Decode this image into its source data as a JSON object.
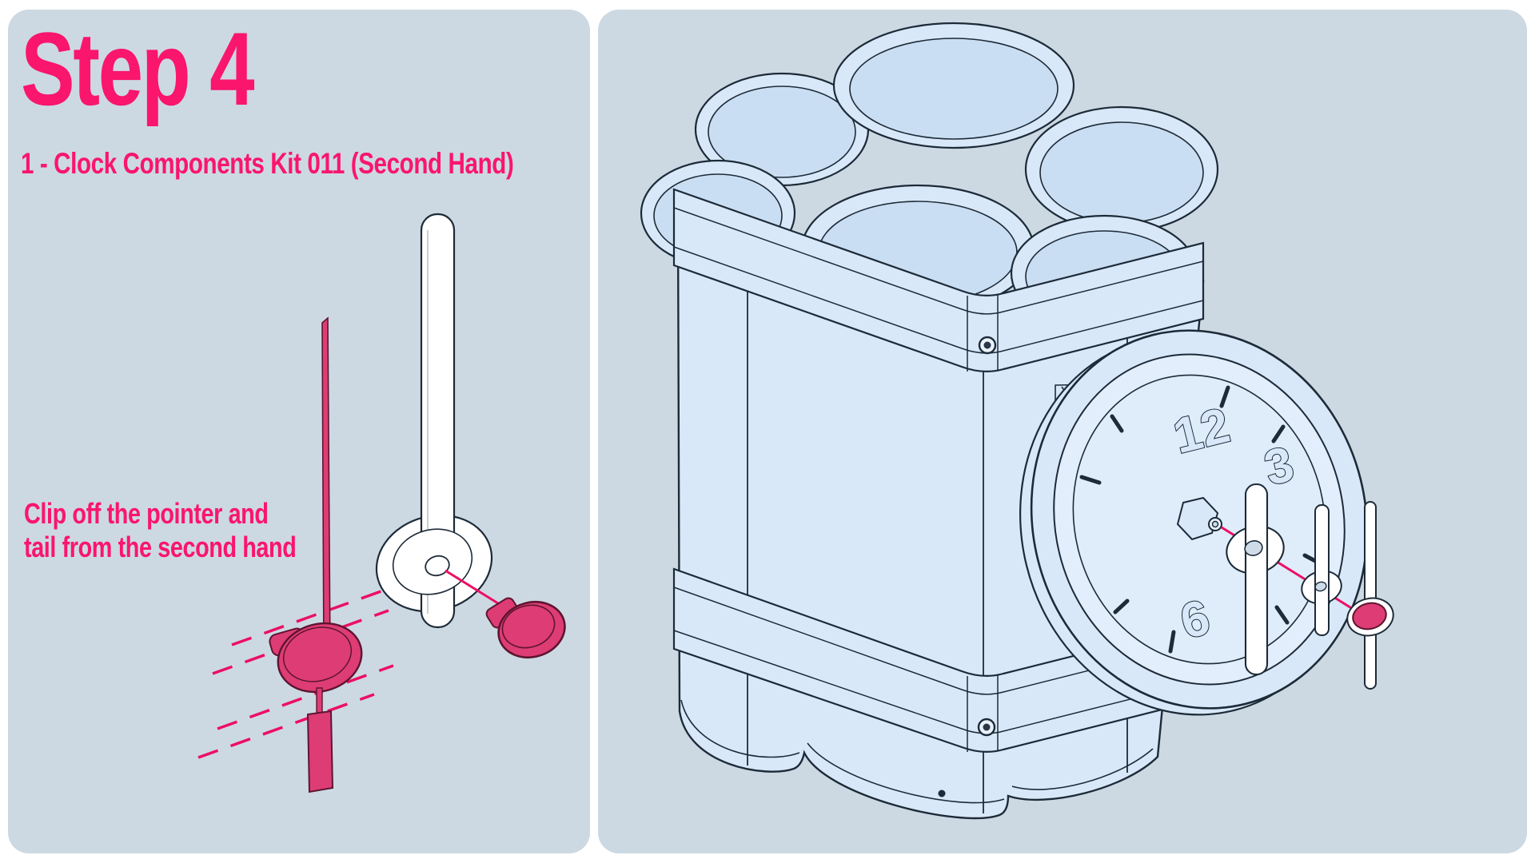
{
  "colors": {
    "page_bg": "#ffffff",
    "panel_bg": "#ccd9e3",
    "accent_pink": "#fa156d",
    "magenta_line": "#ec0f64",
    "raspberry": "#dd3d74",
    "raspberry_dark": "#5f1430",
    "outline": "#1d2a38",
    "part_fill": "#d9e8f8",
    "part_fill_inner": "#c9def2"
  },
  "left_panel": {
    "step_title": "Step 4",
    "kit_line": "1 - Clock Components Kit 011 (Second Hand)",
    "instruction": {
      "line1": "Clip off the pointer and",
      "line2": "tail from the second hand"
    },
    "parts": [
      {
        "name": "second-hand-original",
        "description": "pink second hand with pointer and tail",
        "color": "#dd3d74"
      },
      {
        "name": "cut-marks",
        "description": "dashed clip lines",
        "color": "#ec0f64"
      },
      {
        "name": "second-hand-clipped",
        "description": "white clipped second hand with hub",
        "color": "#ffffff"
      },
      {
        "name": "hub-cap",
        "description": "pink hub cap",
        "color": "#dd3d74"
      }
    ]
  },
  "right_panel": {
    "clock_face": {
      "numerals": [
        "12",
        "3",
        "6"
      ]
    },
    "parts": [
      {
        "name": "dynamite-bundle",
        "description": "bundle of seven tubes with straps"
      },
      {
        "name": "top-strap"
      },
      {
        "name": "bottom-strap"
      },
      {
        "name": "clock-dial"
      },
      {
        "name": "hex-nut-shaft"
      },
      {
        "name": "minute-hand"
      },
      {
        "name": "hour-hand"
      },
      {
        "name": "second-hand-with-cap"
      }
    ]
  }
}
